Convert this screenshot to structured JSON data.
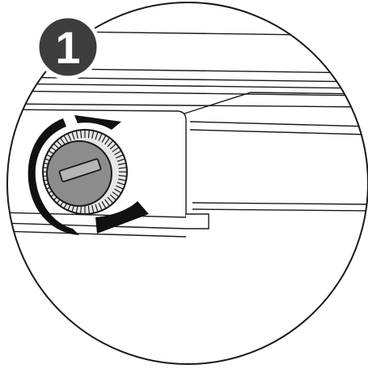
{
  "step": {
    "number": "1"
  },
  "colors": {
    "badge_fill": "#3d3d3d",
    "badge_border": "#ffffff",
    "line": "#1a1a1a",
    "knob_body": "#e6e6e6",
    "knob_cap": "#8c8c8c",
    "arrows": "#111111",
    "background": "#ffffff"
  },
  "illustration": {
    "subject": "rotary-knob-on-rail",
    "rotation_arrows": "counter-clockwise"
  }
}
